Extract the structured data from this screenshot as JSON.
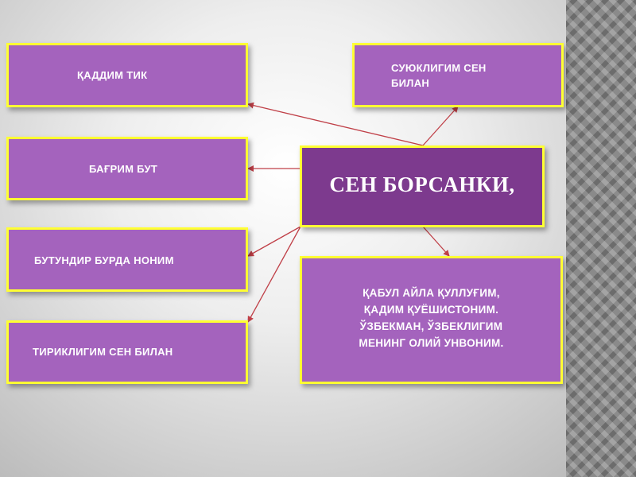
{
  "diagram": {
    "center_label": "СЕН БОРСАНКИ,",
    "left_boxes": [
      "ҚАДДИМ ТИК",
      "БАҒРИМ БУТ",
      "БУТУНДИР БУРДА НОНИМ",
      "ТИРИКЛИГИМ СЕН БИЛАН"
    ],
    "top_right_lines": [
      "СУЮКЛИГИМ СЕН",
      "БИЛАН"
    ],
    "bottom_right_lines": [
      "ҚАБУЛ АЙЛА ҚУЛЛУҒИМ,",
      "ҚАДИМ ҚУЁШИСТОНИМ.",
      "ЎЗБЕКМАН, ЎЗБЕКЛИГИМ",
      "МЕНИНГ ОЛИЙ УНВОНИМ."
    ]
  },
  "colors": {
    "box_fill": "#a463bd",
    "center_fill": "#7d3a8e",
    "border": "#ffff33",
    "arrow": "#c04048",
    "text": "#ffffff"
  }
}
